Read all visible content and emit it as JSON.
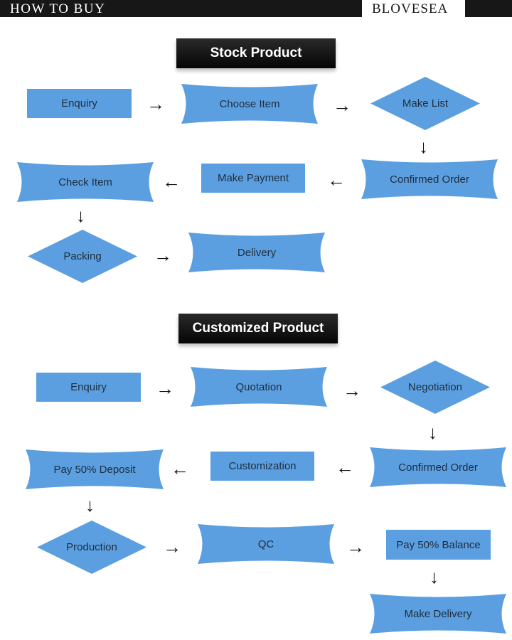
{
  "header": {
    "left": "HOW TO BUY",
    "brand": "BLOVESEA"
  },
  "colors": {
    "shape_fill": "#5b9fe0",
    "title_bg": "#111111"
  },
  "stock": {
    "title": "Stock Product",
    "nodes": [
      "Enquiry",
      "Choose Item",
      "Make  List",
      "Confirmed Order",
      "Make Payment",
      "Check Item",
      "Packing",
      "Delivery"
    ]
  },
  "custom": {
    "title": "Customized Product",
    "nodes": [
      "Enquiry",
      "Quotation",
      "Negotiation",
      "Confirmed Order",
      "Customization",
      "Pay 50% Deposit",
      "Production",
      "QC",
      "Pay 50% Balance",
      "Make Delivery"
    ]
  },
  "arrows": {
    "right": "→",
    "left": "←",
    "down": "↓"
  }
}
